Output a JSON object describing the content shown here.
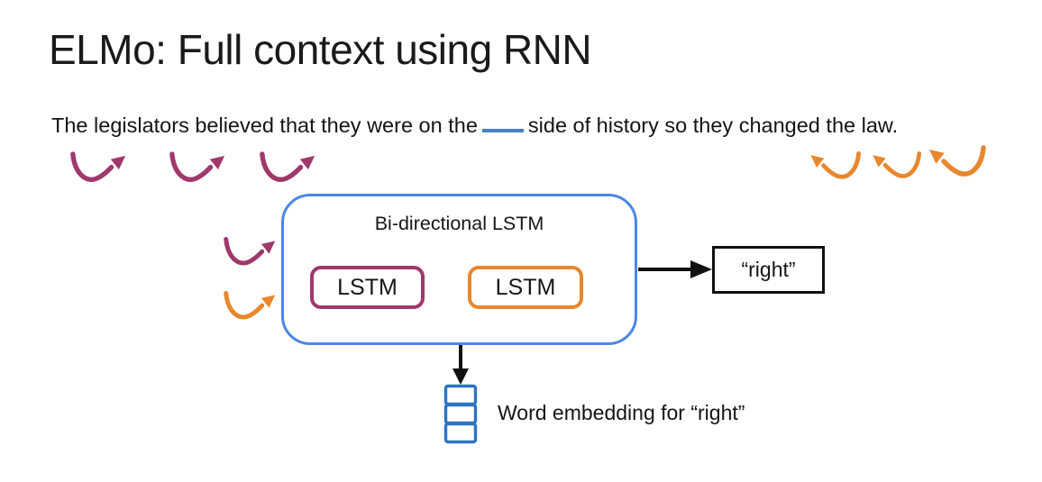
{
  "slide": {
    "title": "ELMo: Full context using RNN",
    "sentence": {
      "before_blank": "The legislators believed that they were on the",
      "after_blank": "side of history so they changed the law."
    },
    "diagram": {
      "container_label": "Bi-directional LSTM",
      "forward_lstm_label": "LSTM",
      "backward_lstm_label": "LSTM",
      "output_word": "“right”",
      "embedding_caption": "Word embedding for “right”"
    },
    "icons": {
      "forward_context_arrow": "curved-swoosh-arrow-up-right",
      "forward_context_arrow_count": 3,
      "backward_context_arrow": "curved-swoosh-arrow-up-left",
      "backward_context_arrow_count": 3,
      "output_arrow": "arrow-right",
      "embedding_arrow": "arrow-down",
      "word_embedding": "stacked-cells"
    },
    "colors": {
      "forward_arrow": "#a0386c",
      "backward_arrow": "#e8872d",
      "container_border": "#4a86e8",
      "embedding_icon": "#2d74c4",
      "blank_underline": "#4a80c4",
      "arrow_black": "#111111",
      "text": "#1c1c1c"
    }
  }
}
